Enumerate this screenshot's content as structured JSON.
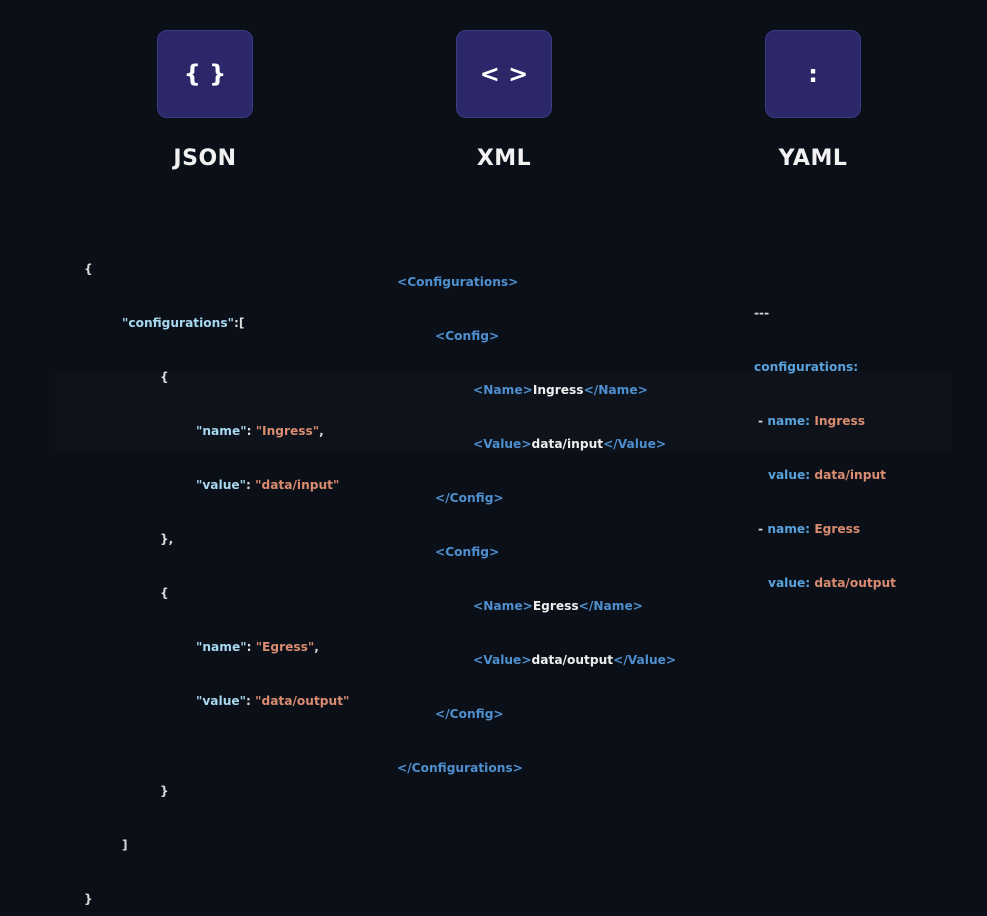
{
  "colors": {
    "background": "#0b0f17",
    "icon_box": "#2b2768",
    "json_key": "#a7d8f0",
    "string_value": "#d98c70",
    "xml_tag": "#4e8fcf",
    "yaml_key": "#5aa2dc"
  },
  "formats": [
    {
      "title": "JSON",
      "icon_name": "curly-braces-icon",
      "icon_glyph": "{ }"
    },
    {
      "title": "XML",
      "icon_name": "angle-brackets-icon",
      "icon_glyph": "< >"
    },
    {
      "title": "YAML",
      "icon_name": "colon-icon",
      "icon_glyph": ":"
    }
  ],
  "json": {
    "open_brace": "{",
    "configurations_key": "\"configurations\"",
    "colon_bracket": ":[",
    "item_open": "{",
    "items": [
      {
        "name_key": "\"name\"",
        "name_value": "\"Ingress\"",
        "value_key": "\"value\"",
        "value_value": "\"data/input\"",
        "close": "},"
      },
      {
        "name_key": "\"name\"",
        "name_value": "\"Egress\"",
        "value_key": "\"value\"",
        "value_value": "\"data/output\"",
        "close": "}"
      }
    ],
    "close_bracket": "]",
    "close_brace": "}"
  },
  "xml": {
    "root_open": "<Configurations>",
    "root_close": "</Configurations>",
    "config_open": "<Config>",
    "config_close": "</Config>",
    "name_open": "<Name>",
    "name_close": "</Name>",
    "value_open": "<Value>",
    "value_close": "</Value>",
    "items": [
      {
        "name": "Ingress",
        "value": "data/input"
      },
      {
        "name": "Egress",
        "value": "data/output"
      }
    ]
  },
  "yaml": {
    "doc_start": "---",
    "configurations_key": "configurations:",
    "dash": "-",
    "name_key": "name:",
    "value_key": "value:",
    "items": [
      {
        "name": "Ingress",
        "value": "data/input"
      },
      {
        "name": "Egress",
        "value": "data/output"
      }
    ]
  }
}
